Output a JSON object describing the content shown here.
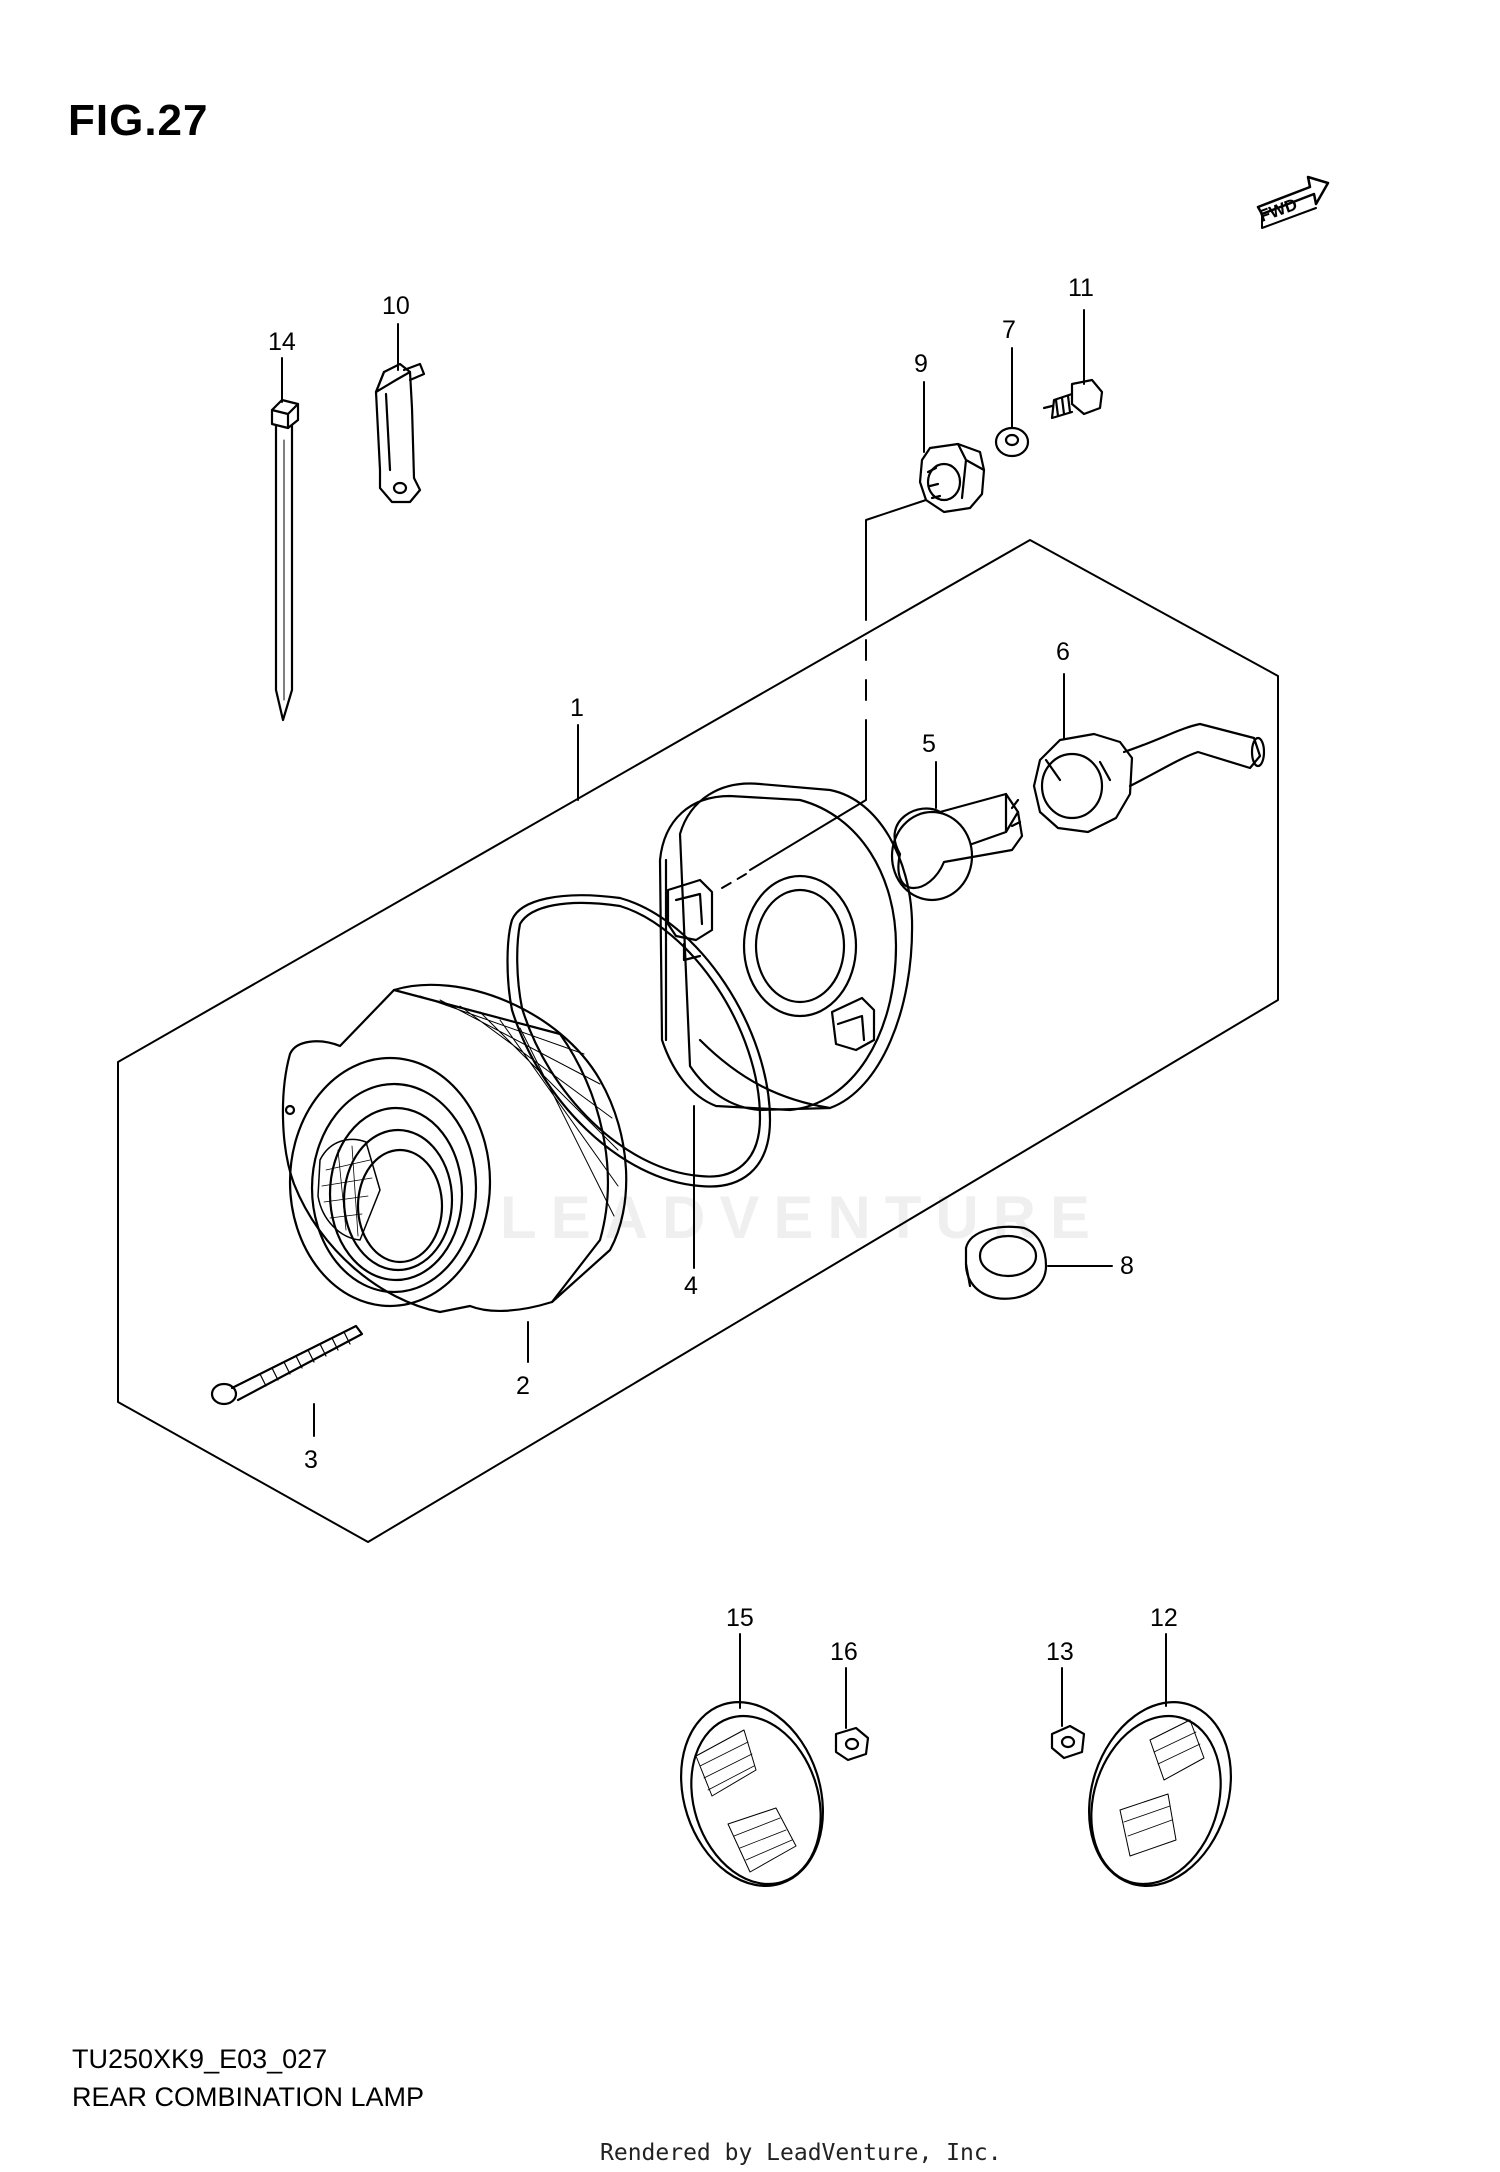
{
  "figure": {
    "title": "FIG.27",
    "fwd_label": "FWD"
  },
  "callouts": [
    "1",
    "2",
    "3",
    "4",
    "5",
    "6",
    "7",
    "8",
    "9",
    "10",
    "11",
    "12",
    "13",
    "14",
    "15",
    "16"
  ],
  "drawing": {
    "code": "TU250XK9_E03_027",
    "caption": "REAR COMBINATION LAMP"
  },
  "watermark": "LEADVENTURE",
  "footer": "Rendered by LeadVenture, Inc."
}
